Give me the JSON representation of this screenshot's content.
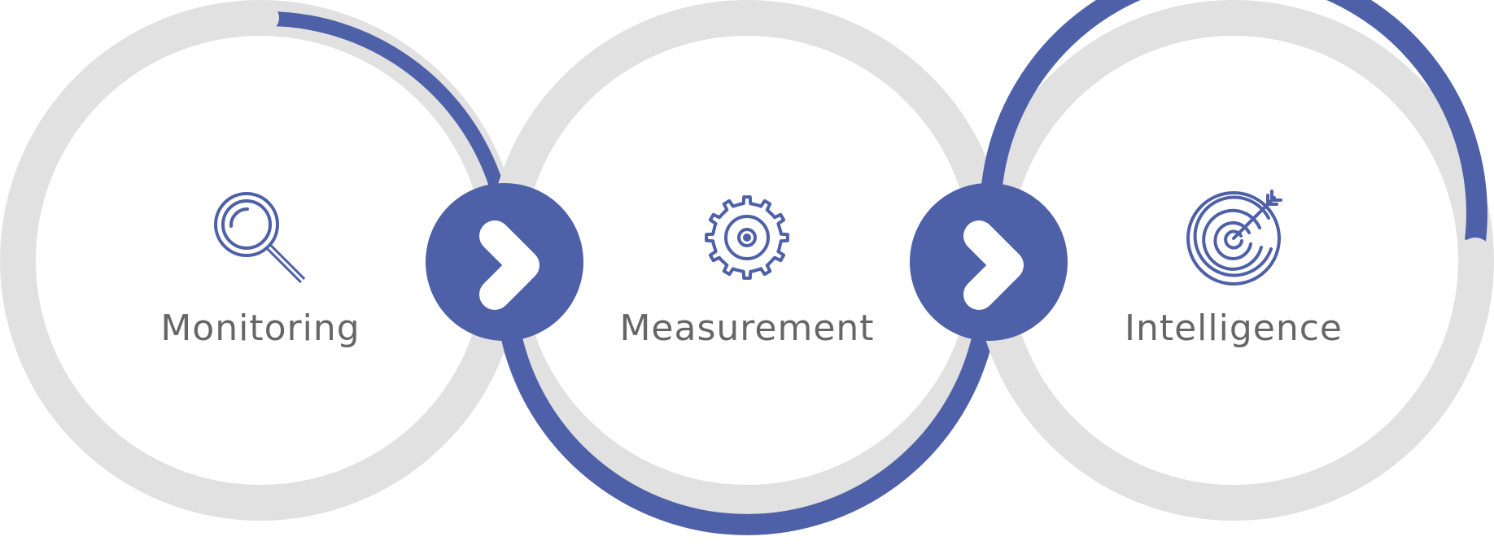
{
  "steps": [
    {
      "label": "Monitoring",
      "icon": "magnifier-icon"
    },
    {
      "label": "Measurement",
      "icon": "gear-icon"
    },
    {
      "label": "Intelligence",
      "icon": "target-icon"
    }
  ],
  "connectors": [
    {
      "icon": "chevron-right-icon"
    },
    {
      "icon": "chevron-right-icon"
    }
  ],
  "colors": {
    "accent": "#4e60a8",
    "track": "#e1e1e1",
    "text": "#666666",
    "background": "#ffffff"
  }
}
